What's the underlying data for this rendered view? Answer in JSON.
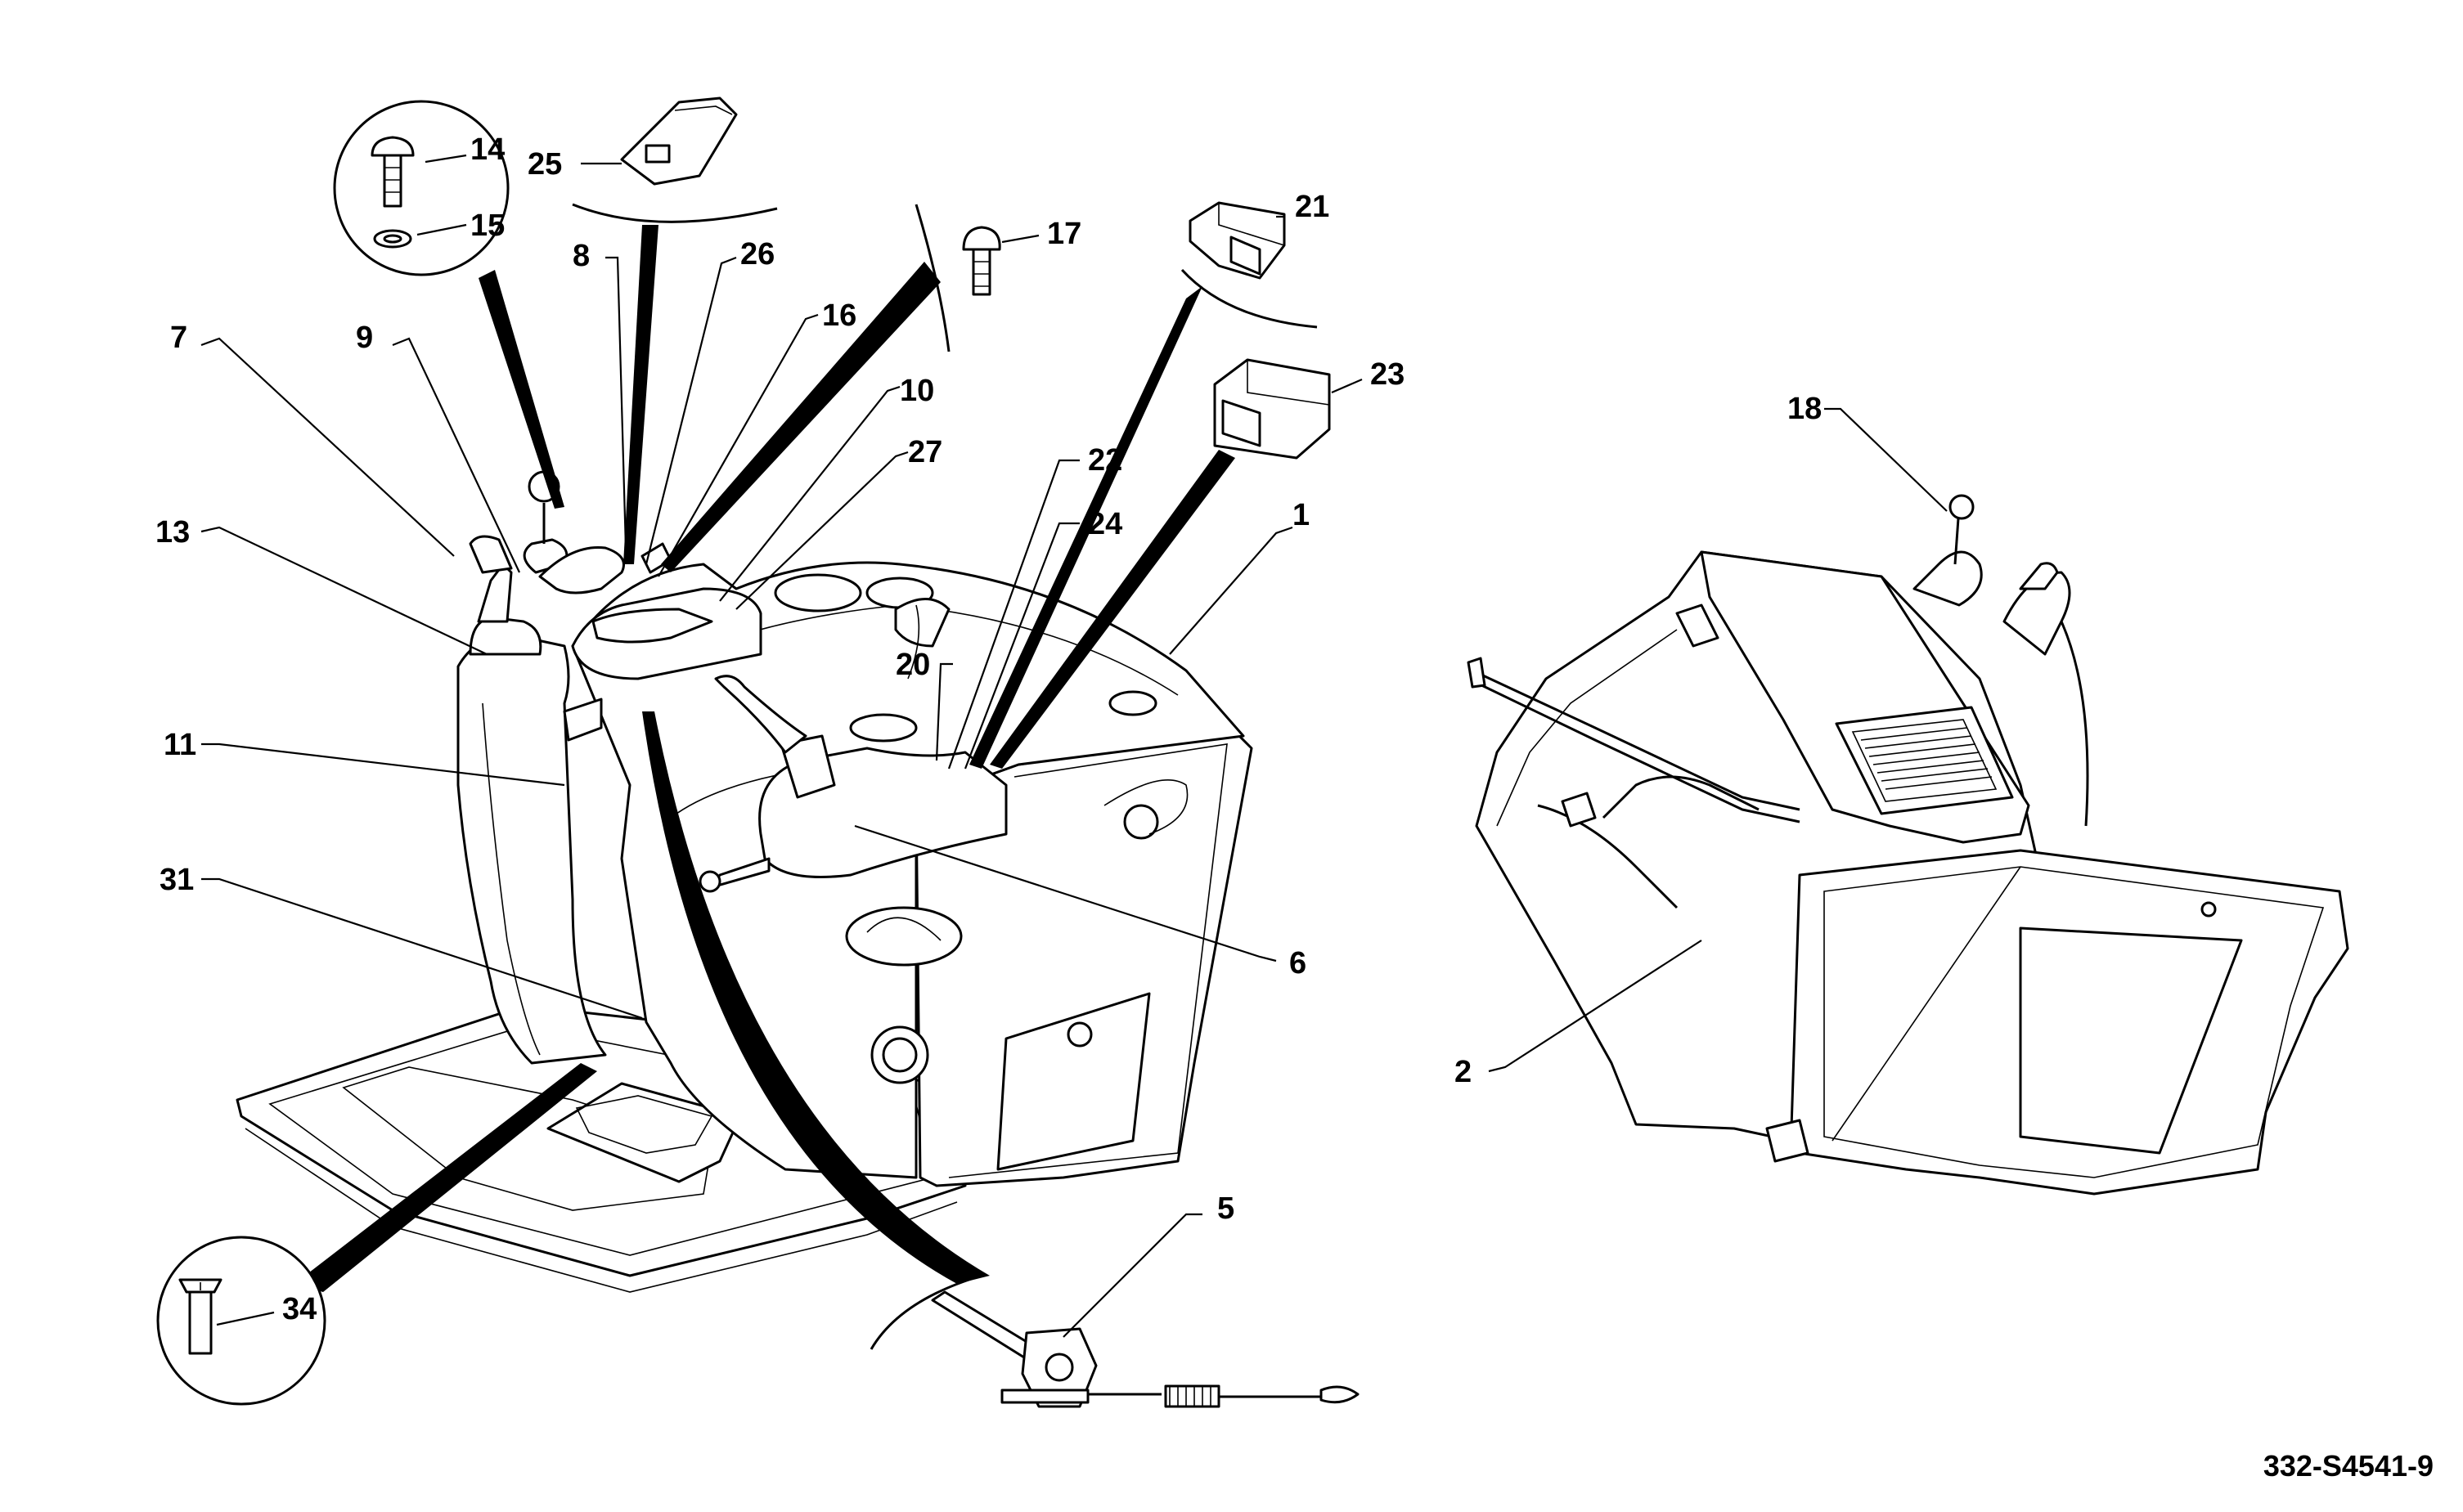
{
  "callouts": {
    "c1": "1",
    "c2": "2",
    "c5": "5",
    "c6": "6",
    "c7": "7",
    "c8": "8",
    "c9": "9",
    "c10": "10",
    "c11": "11",
    "c13": "13",
    "c14": "14",
    "c15": "15",
    "c16": "16",
    "c17": "17",
    "c18": "18",
    "c20": "20",
    "c21": "21",
    "c22": "22",
    "c23": "23",
    "c24": "24",
    "c25": "25",
    "c26": "26",
    "c27": "27",
    "c31": "31",
    "c34": "34"
  },
  "drawing_ref": "332-S4541-9"
}
